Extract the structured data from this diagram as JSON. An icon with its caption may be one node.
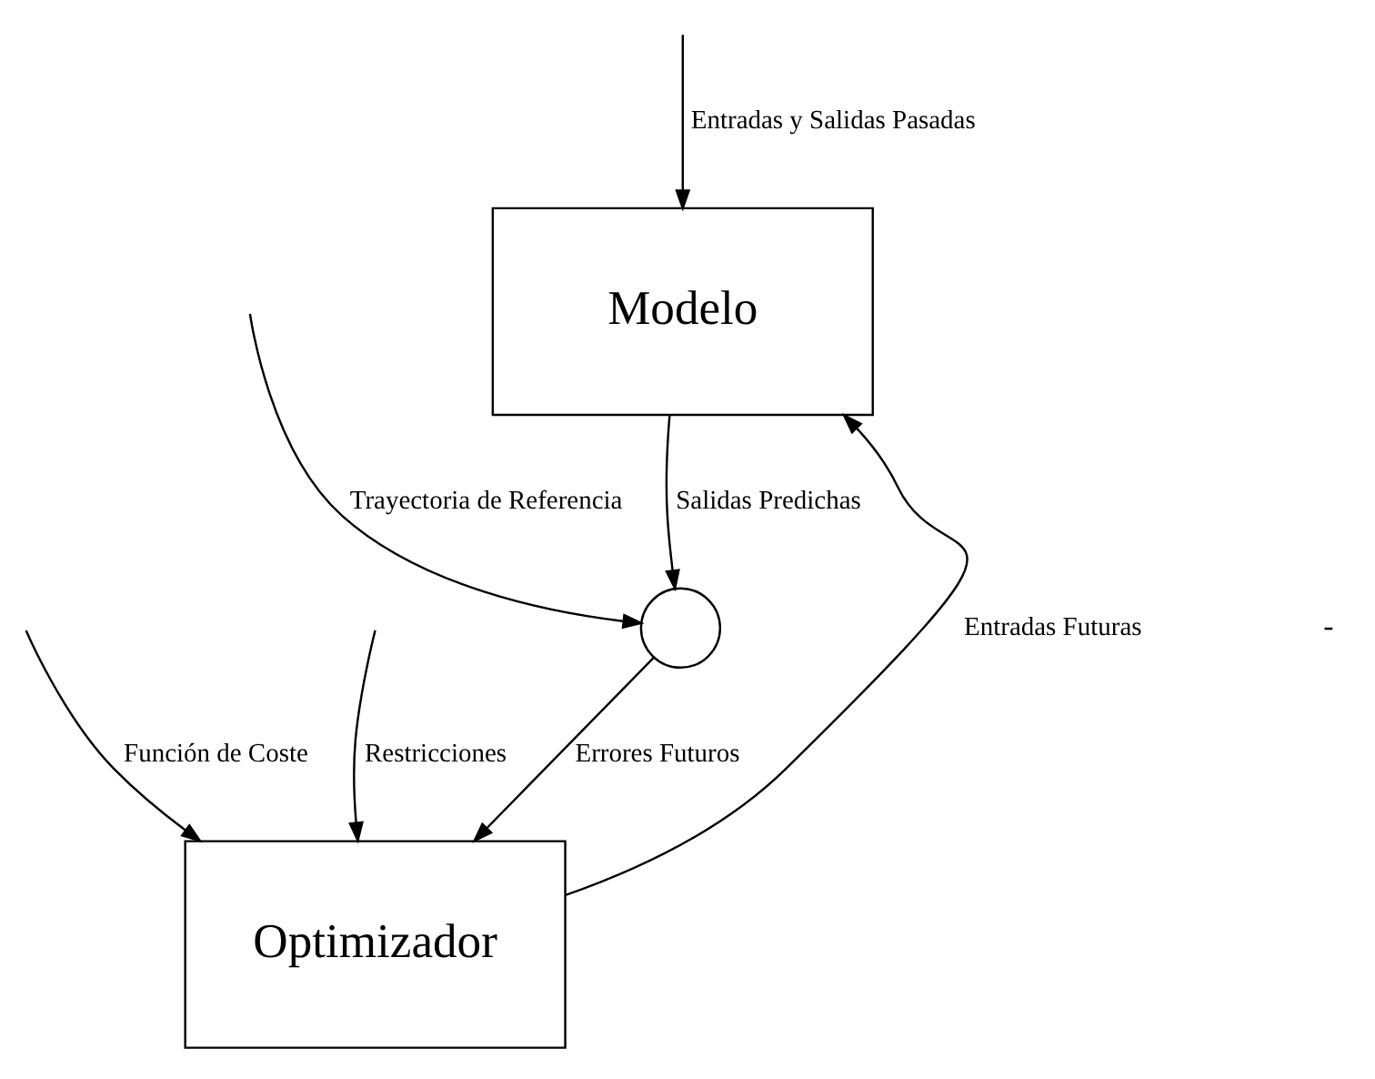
{
  "diagram": {
    "nodes": [
      {
        "text": [
          "Modelo"
        ]
      },
      {
        "text": [
          "Optimizador"
        ]
      },
      {
        "text": [],
        "shape": "circle"
      }
    ],
    "edges": [
      {
        "from": null,
        "to": 0,
        "arrow": "to",
        "label": "Entradas y Salidas Pasadas"
      },
      {
        "from": 0,
        "to": 2,
        "arrow": "to",
        "label": "Salidas Predichas"
      },
      {
        "from": null,
        "to": 2,
        "arrow": "to",
        "label": "Trayectoria de Referencia"
      },
      {
        "from": 2,
        "to": 1,
        "arrow": "to",
        "label": "Errores Futuros"
      },
      {
        "from": 1,
        "to": 0,
        "arrow": "to",
        "label": "Entradas Futuras"
      },
      {
        "from": null,
        "to": 1,
        "arrow": "to",
        "label": "Función de Coste"
      },
      {
        "from": null,
        "to": 1,
        "arrow": "to",
        "label": "Restricciones"
      }
    ],
    "labels": [
      "-"
    ]
  }
}
